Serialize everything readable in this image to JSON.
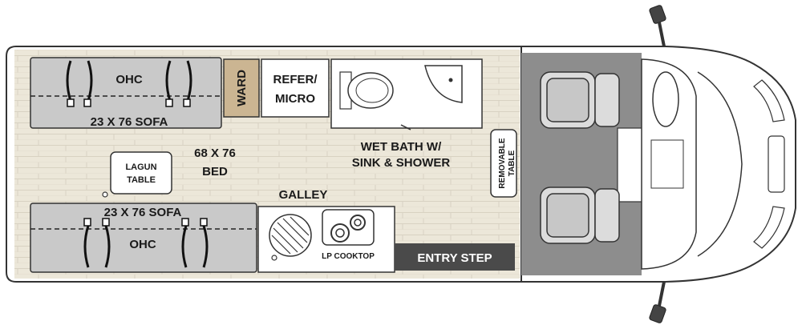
{
  "labels": {
    "ohc_top": "OHC",
    "sofa_top": "23 X 76 SOFA",
    "ward": "WARD",
    "refer_line1": "REFER/",
    "refer_line2": "MICRO",
    "bed_line1": "68 X 76",
    "bed_line2": "BED",
    "lagun_line1": "LAGUN",
    "lagun_line2": "TABLE",
    "wetbath_line1": "WET BATH W/",
    "wetbath_line2": "SINK & SHOWER",
    "removable_line1": "REMOVABLE",
    "removable_line2": "TABLE",
    "galley": "GALLEY",
    "sofa_bottom": "23 X 76 SOFA",
    "ohc_bottom": "OHC",
    "lp_cooktop": "LP COOKTOP",
    "entry_step": "ENTRY STEP"
  },
  "colors": {
    "floor": "#ebe6d8",
    "sofa": "#c9c9c9",
    "cab_floor": "#8d8d8d",
    "ward": "#cbb592",
    "entry_step": "#4a4a4a",
    "outline": "#333333"
  }
}
